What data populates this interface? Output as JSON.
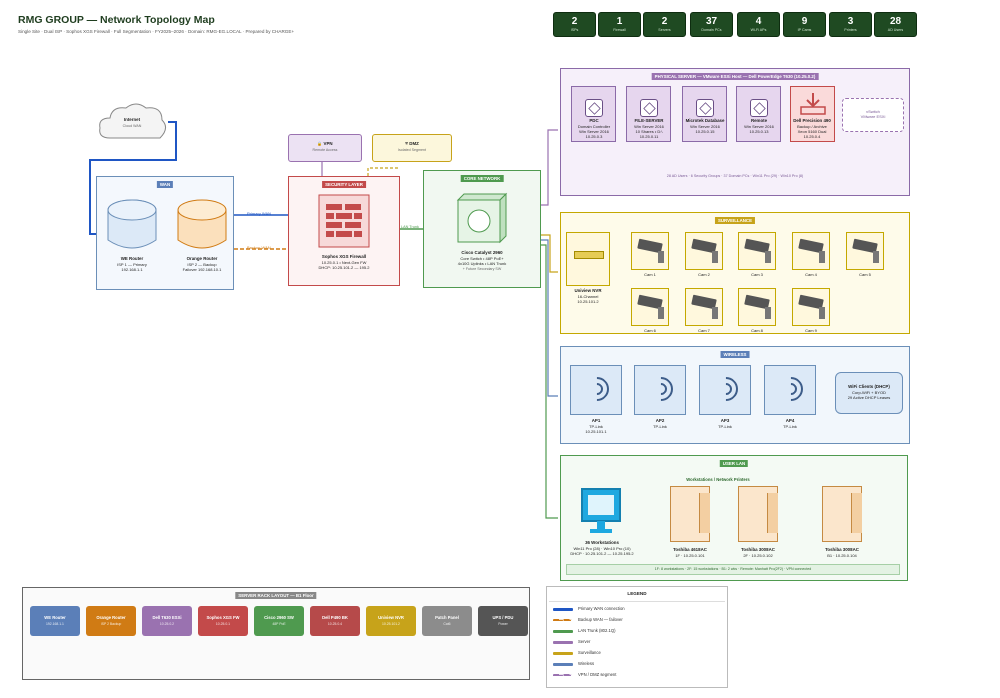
{
  "header": {
    "title": "RMG GROUP — Network Topology Map",
    "subtitle": "Single Site · Dual ISP · Sophos XGS Firewall · Full Segmentation · FY2025–2026 · Domain: RMG-EG.LOCAL · Prepared by CHARGE+"
  },
  "stats": [
    {
      "value": "2",
      "label": "ISPs"
    },
    {
      "value": "1",
      "label": "Firewall"
    },
    {
      "value": "2",
      "label": "Servers"
    },
    {
      "value": "37",
      "label": "Domain PCs"
    },
    {
      "value": "4",
      "label": "Wi-Fi APs"
    },
    {
      "value": "9",
      "label": "IP Cams"
    },
    {
      "value": "3",
      "label": "Printers"
    },
    {
      "value": "28",
      "label": "AD Users"
    }
  ],
  "internet": {
    "name": "Internet",
    "sub": "Cloud WAN"
  },
  "wan": {
    "title": "WAN",
    "primary_label": "Primary WAN",
    "backup_label": "Backup WAN",
    "we_router": {
      "l1": "WE Router",
      "l2": "ISP 1 — Primary",
      "l3": "192.168.1.1"
    },
    "orange_router": {
      "l1": "Orange Router",
      "l2": "ISP 2 — Backup",
      "l3": "Failover 192.168.10.1"
    }
  },
  "vpn": {
    "title": "VPN",
    "sub": "Remote Access"
  },
  "dmz": {
    "title": "DMZ",
    "sub": "Isolated Segment"
  },
  "security": {
    "title": "SECURITY LAYER",
    "l1": "Sophos XGS Firewall",
    "l2": "10.25.0.1 • Next-Gen FW",
    "l3": "DHCP: 10.25.101.2 — 195.2"
  },
  "lan_trunk": "LAN Trunk",
  "core": {
    "title": "CORE NETWORK",
    "l1": "Cisco Catalyst 2960",
    "l2": "Core Switch • 48P PoE+",
    "l3": "4x10G Uplinks • LAN Trunk",
    "l4": "+ Future Secondary SW"
  },
  "physical": {
    "title": "PHYSICAL SERVER — VMware ESXi Host — Dell PowerEdge T630 (10.25.0.2)",
    "servers": [
      {
        "l1": "PDC",
        "l2": "Domain Controller",
        "l3": "Win Server 2016",
        "l4": "10.25.0.3"
      },
      {
        "l1": "FILE-SERVER",
        "l2": "Win Server 2016",
        "l3": "10 Shares • D:\\",
        "l4": "10.25.0.11"
      },
      {
        "l1": "Microtek Database",
        "l2": "Win Server 2016",
        "l3": "10.25.0.15",
        "l4": ""
      },
      {
        "l1": "Remote",
        "l2": "Win Server 2016",
        "l3": "10.25.0.13",
        "l4": ""
      }
    ],
    "backup": {
      "l1": "Dell Precision 490",
      "l2": "Backup / Archive",
      "l3": "Xeon 5160 Dual",
      "l4": "10.25.0.4"
    },
    "vswitch": {
      "l1": "vSwitch",
      "l2": "VMware ESXi"
    },
    "footer": "28 AD Users · 6 Security Groups · 37 Domain PCs · Win11 Pro (29) · Win10 Pro (8)"
  },
  "surveillance": {
    "title": "SURVEILLANCE",
    "nvr": {
      "l1": "Uniview NVR",
      "l2": "16-Channel",
      "l3": "10.25.101.2"
    },
    "cams": [
      "Cam 1",
      "Cam 2",
      "Cam 3",
      "Cam 4",
      "Cam 5",
      "Cam 6",
      "Cam 7",
      "Cam 8",
      "Cam 9"
    ]
  },
  "wireless": {
    "title": "WIRELESS",
    "aps": [
      {
        "l1": "AP1",
        "l2": "TP-Link",
        "l3": "10.25.101.1"
      },
      {
        "l1": "AP2",
        "l2": "TP-Link",
        "l3": ""
      },
      {
        "l1": "AP3",
        "l2": "TP-Link",
        "l3": ""
      },
      {
        "l1": "AP4",
        "l2": "TP-Link",
        "l3": ""
      }
    ],
    "clients": {
      "l1": "WiFi Clients (DHCP)",
      "l2": "Corp-WiFi + BYOD",
      "l3": "29 Active DHCP Leases"
    }
  },
  "userlan": {
    "title": "USER LAN",
    "section": "Workstations / Network Printers",
    "workstations": {
      "l1": "36 Workstations",
      "l2": "Win11 Pro (28) · Win10 Pro (10)",
      "l3": "DHCP · 10.25.101.2 — 10.25.195.2"
    },
    "printers": [
      {
        "l1": "Toshiba 4618AC",
        "l2": "1F · 10.25.0.101"
      },
      {
        "l1": "Toshiba 3008AC",
        "l2": "2F · 10.25.0.102"
      },
      {
        "l1": "Toshiba 3008AC",
        "l2": "B1 · 10.25.0.104"
      }
    ],
    "footer": "1F: 8 workstations · 2F: 15 workstations · B1: 2 wks · Remote: Manhatt Pro(2F2) · VPN connected"
  },
  "rack": {
    "title": "SERVER RACK LAYOUT — B1 Floor",
    "items": [
      {
        "l1": "WE Router",
        "l2": "192.168.1.1",
        "color": "#5b7fb8"
      },
      {
        "l1": "Orange Router",
        "l2": "ISP 2 Backup",
        "color": "#d07b14"
      },
      {
        "l1": "Dell T630 ESXi",
        "l2": "10.25.0.2",
        "color": "#9a72b0"
      },
      {
        "l1": "Sophos XGS FW",
        "l2": "10.25.0.1",
        "color": "#c34a4a"
      },
      {
        "l1": "Cisco 2960 SW",
        "l2": "48P PoE",
        "color": "#4f9a4f"
      },
      {
        "l1": "Dell P490 BK",
        "l2": "10.25.0.4",
        "color": "#b64a4a"
      },
      {
        "l1": "Uniview NVR",
        "l2": "10.25.101.2",
        "color": "#c7a31a"
      },
      {
        "l1": "Patch Panel",
        "l2": "Cat6",
        "color": "#8c8c8c"
      },
      {
        "l1": "UPS / PDU",
        "l2": "Power",
        "color": "#555555"
      }
    ]
  },
  "legend": {
    "title": "LEGEND",
    "items": [
      {
        "label": "Primary WAN connection",
        "color": "#1f56c4",
        "style": "solid"
      },
      {
        "label": "Backup WAN — failover",
        "color": "#d07b14",
        "style": "dashed"
      },
      {
        "label": "LAN Trunk (802.1Q)",
        "color": "#4f9a4f",
        "style": "solid"
      },
      {
        "label": "Server",
        "color": "#9a72b0",
        "style": "solid"
      },
      {
        "label": "Surveillance",
        "color": "#c7a31a",
        "style": "solid"
      },
      {
        "label": "Wireless",
        "color": "#5b7fb8",
        "style": "solid"
      },
      {
        "label": "VPN / DMZ segment",
        "color": "#9a72b0",
        "style": "dashed"
      }
    ]
  }
}
